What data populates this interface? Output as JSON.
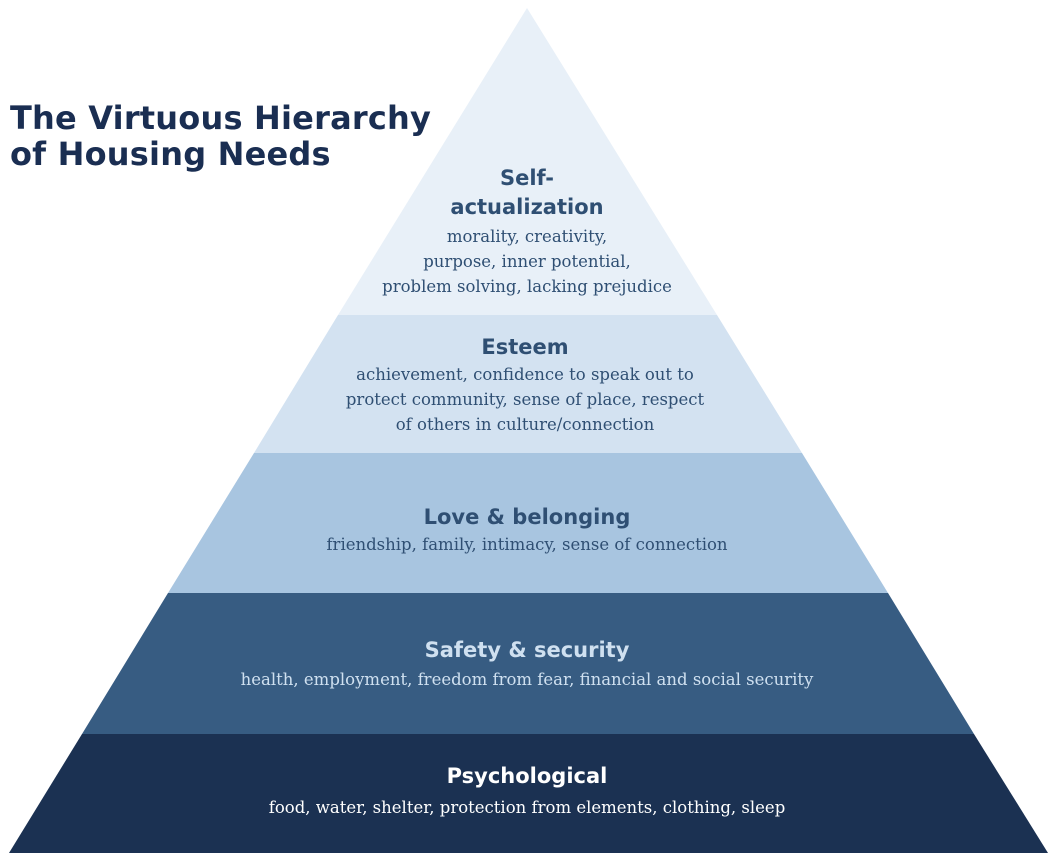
{
  "title": {
    "line1": "The Virtuous Hierarchy",
    "line2": "of Housing Needs"
  },
  "colors": {
    "title": "#1a2e52",
    "self_actualization_fill": "#e8f0f8",
    "esteem_fill": "#d3e2f1",
    "love_fill": "#a8c5e0",
    "safety_fill": "#375c82",
    "psychological_fill": "#1b3152",
    "dark_text": "#2f4f73",
    "light_text_safety": "#cfe0f0",
    "light_text_psych": "#ffffff"
  },
  "levels": {
    "self_actualization": {
      "name_line1": "Self-",
      "name_line2": "actualization",
      "desc_line1": "morality, creativity,",
      "desc_line2": "purpose, inner potential,",
      "desc_line3": "problem solving, lacking prejudice"
    },
    "esteem": {
      "name": "Esteem",
      "desc_line1": "achievement, confidence to speak out to",
      "desc_line2": "protect community, sense of place, respect",
      "desc_line3": "of others in culture/connection"
    },
    "love": {
      "name": "Love & belonging",
      "desc": "friendship, family, intimacy, sense of connection"
    },
    "safety": {
      "name": "Safety & security",
      "desc": "health, employment, freedom from fear, financial and social security"
    },
    "psychological": {
      "name": "Psychological",
      "desc": "food, water, shelter, protection from elements, clothing, sleep"
    }
  }
}
